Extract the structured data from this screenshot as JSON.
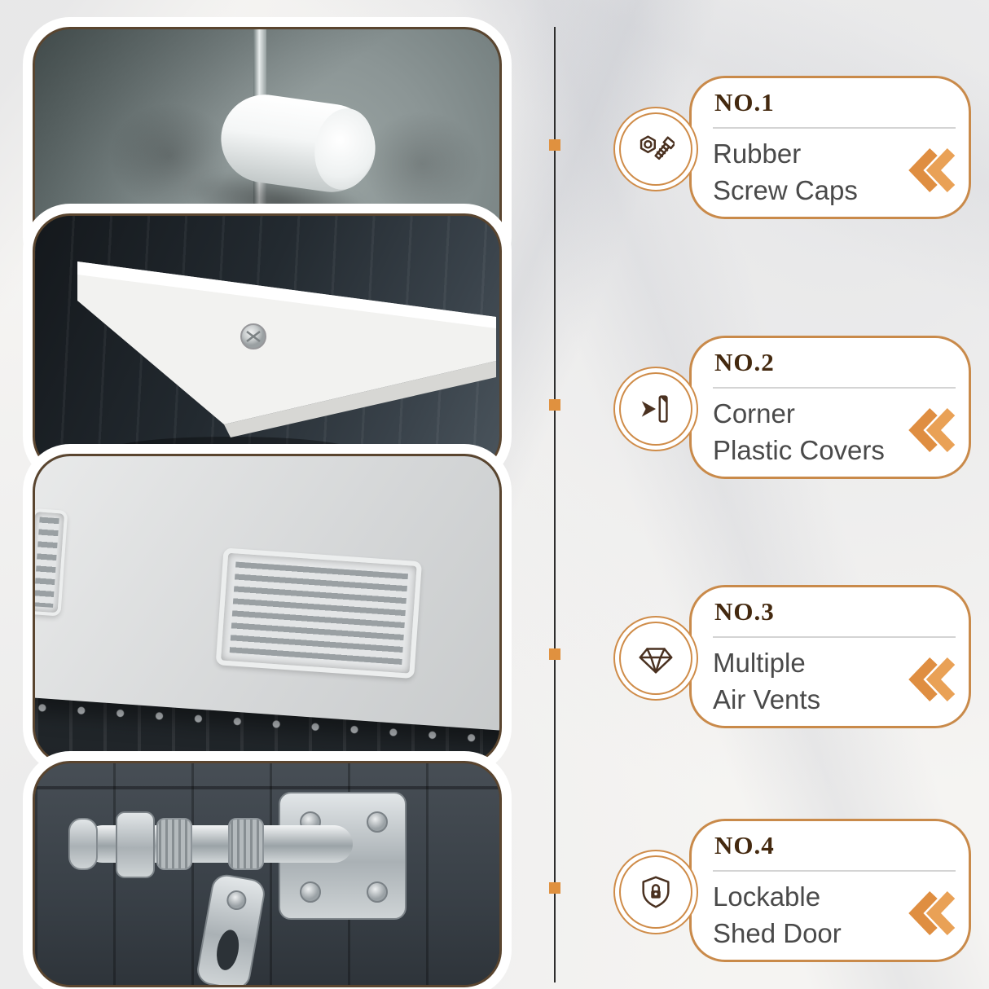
{
  "features": [
    {
      "no": "NO.1",
      "title_line1": "Rubber",
      "title_line2": "Screw Caps",
      "icon": "nut-and-bolt-icon"
    },
    {
      "no": "NO.2",
      "title_line1": "Corner",
      "title_line2": "Plastic Covers",
      "icon": "corner-cover-icon"
    },
    {
      "no": "NO.3",
      "title_line1": "Multiple",
      "title_line2": "Air Vents",
      "icon": "diamond-gem-icon"
    },
    {
      "no": "NO.4",
      "title_line1": "Lockable",
      "title_line2": "Shed Door",
      "icon": "shield-lock-icon"
    }
  ],
  "photos": [
    {
      "name": "rubber-screw-cap-photo"
    },
    {
      "name": "corner-plastic-cover-photo"
    },
    {
      "name": "air-vent-photo"
    },
    {
      "name": "lockable-door-latch-photo"
    }
  ],
  "colors": {
    "accent_orange": "#e0913f",
    "card_border": "#c98a4a",
    "number_text": "#44290f",
    "title_text": "#4a4a4a",
    "photo_border": "#5a452f",
    "timeline_line": "#2e2e2e",
    "icon_stroke": "#4a3120"
  }
}
